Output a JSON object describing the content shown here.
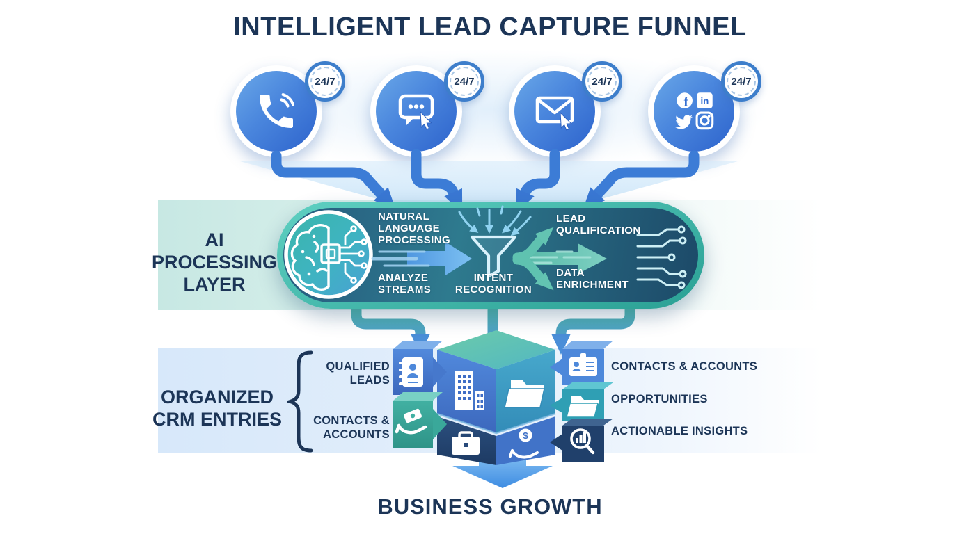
{
  "title": "INTELLIGENT LEAD CAPTURE FUNNEL",
  "channels": [
    {
      "icon": "phone-icon",
      "badge": "24/7"
    },
    {
      "icon": "chat-icon",
      "badge": "24/7"
    },
    {
      "icon": "email-icon",
      "badge": "24/7"
    },
    {
      "icon": "social-media-icon",
      "badge": "24/7",
      "networks": [
        "facebook",
        "linkedin",
        "twitter",
        "instagram"
      ]
    }
  ],
  "ai_layer": {
    "label": "AI PROCESSING LAYER",
    "icon": "brain-circuit-icon",
    "steps": {
      "nlp": "NATURAL LANGUAGE PROCESSING",
      "analyze_streams": "ANALYZE STREAMS",
      "intent_recognition": "INTENT RECOGNITION",
      "lead_qualification": "LEAD QUALIFICATION",
      "data_enrichment": "DATA ENRICHMENT"
    }
  },
  "crm_layer": {
    "label": "ORGANIZED CRM ENTRIES",
    "left_labels": [
      "QUALIFIED LEADS",
      "CONTACTS & ACCOUNTS"
    ],
    "right_labels": [
      "CONTACTS & ACCOUNTS",
      "OPPORTUNITIES",
      "ACTIONABLE INSIGHTS"
    ],
    "cube_icons": [
      "address-book-icon",
      "building-icon",
      "folder-icon",
      "id-card-icon",
      "hand-money-icon",
      "briefcase-icon",
      "dollar-hand-icon",
      "chart-magnifier-icon"
    ]
  },
  "outcome": {
    "label": "BUSINESS GROWTH"
  },
  "glyphs": {
    "facebook": "f",
    "linkedin": "in",
    "dollar": "$"
  },
  "colors": {
    "navy_text": "#1c3557",
    "arrow_blue": "#3c7cd6",
    "teal_accent": "#3fbdb4",
    "ai_band": "#c7e8e3",
    "crm_band": "#d7e8fa",
    "pill_dark": "#1d4b6c",
    "cube_blue": "#4d88da",
    "cube_teal": "#35a496",
    "cube_navy": "#20406b",
    "white": "#ffffff"
  }
}
